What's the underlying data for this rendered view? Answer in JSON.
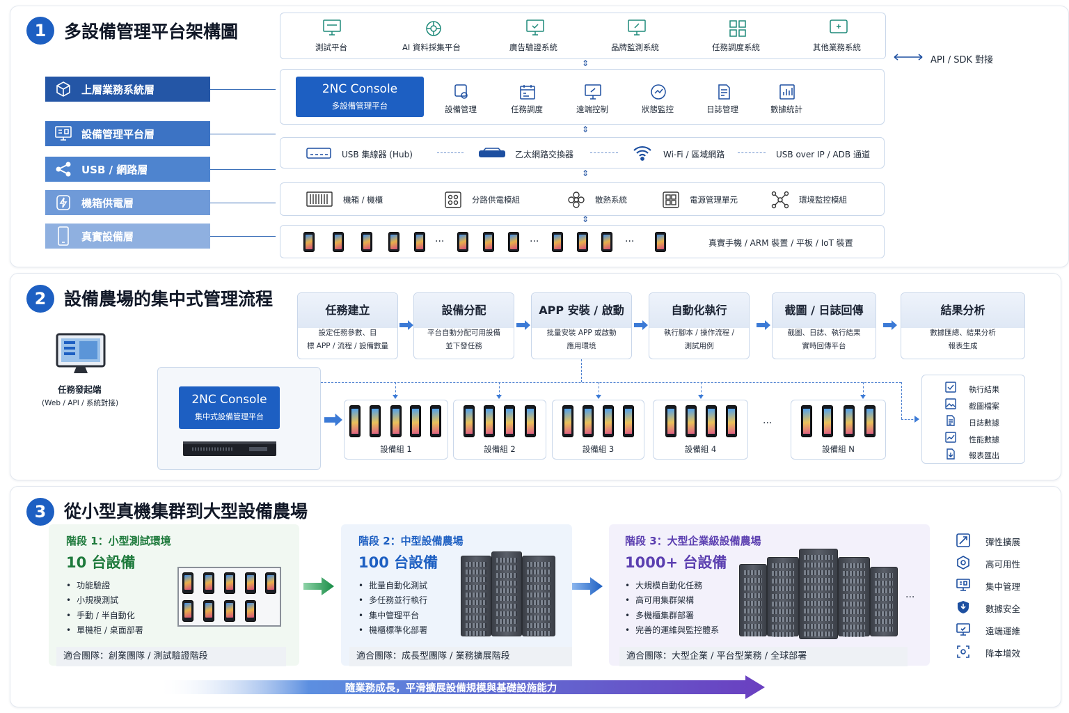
{
  "section1": {
    "number": "1",
    "title": "多設備管理平台架構圖",
    "layers": [
      {
        "label": "上層業務系統層",
        "color": "#2456a6"
      },
      {
        "label": "設備管理平台層",
        "color": "#3c73c4"
      },
      {
        "label": "USB / 網路層",
        "color": "#4e84cf"
      },
      {
        "label": "機箱供電層",
        "color": "#6f9ad8"
      },
      {
        "label": "真實設備層",
        "color": "#8fb0e0"
      }
    ],
    "business_systems": [
      "測試平台",
      "AI 資料採集平台",
      "廣告驗證系統",
      "品牌監測系統",
      "任務調度系統",
      "其他業務系統"
    ],
    "api_label": "API / SDK 對接",
    "console": {
      "title": "2NC Console",
      "subtitle": "多設備管理平台"
    },
    "platform_modules": [
      "設備管理",
      "任務調度",
      "遠端控制",
      "狀態監控",
      "日誌管理",
      "數據統計"
    ],
    "network": [
      "USB 集線器 (Hub)",
      "乙太網路交換器",
      "Wi-Fi / 區域網路",
      "USB over IP / ADB 通道"
    ],
    "chassis": [
      "機箱 / 機櫃",
      "分路供電模組",
      "散熱系統",
      "電源管理單元",
      "環境監控模組"
    ],
    "devices_label": "真實手機 / ARM 裝置 / 平板 / IoT 裝置",
    "ellipsis": "···"
  },
  "section2": {
    "number": "2",
    "title": "設備農場的集中式管理流程",
    "initiator": {
      "label": "任務發起端",
      "sub": "(Web / API / 系統對接)"
    },
    "steps": [
      {
        "title": "任務建立",
        "desc1": "設定任務參數、目",
        "desc2": "標 APP / 流程 / 設備數量"
      },
      {
        "title": "設備分配",
        "desc1": "平台自動分配可用設備",
        "desc2": "並下發任務"
      },
      {
        "title": "APP 安裝 / 啟動",
        "desc1": "批量安裝 APP 或啟動",
        "desc2": "應用環境"
      },
      {
        "title": "自動化執行",
        "desc1": "執行腳本 / 操作流程 /",
        "desc2": "測試用例"
      },
      {
        "title": "截圖 / 日誌回傳",
        "desc1": "截圖、日誌、執行結果",
        "desc2": "實時回傳平台"
      },
      {
        "title": "結果分析",
        "desc1": "數據匯總、結果分析",
        "desc2": "報表生成"
      }
    ],
    "console": {
      "title": "2NC Console",
      "subtitle": "集中式設備管理平台"
    },
    "groups": [
      "設備組 1",
      "設備組 2",
      "設備組 3",
      "設備組 4",
      "設備組 N"
    ],
    "ellipsis": "···",
    "results": [
      "執行結果",
      "截圖檔案",
      "日誌數據",
      "性能數據",
      "報表匯出"
    ]
  },
  "section3": {
    "number": "3",
    "title": "從小型真機集群到大型設備農場",
    "stages": [
      {
        "title": "階段 1：小型測試環境",
        "count": "10 台設備",
        "bullets": [
          "功能驗證",
          "小規模測試",
          "手動 / 半自動化",
          "單機柜 / 桌面部署"
        ],
        "fit": "適合團隊：創業團隊 / 測試驗證階段",
        "color": "#1e7a3c",
        "bg": "#f1f8f2"
      },
      {
        "title": "階段 2：中型設備農場",
        "count": "100 台設備",
        "bullets": [
          "批量自動化測試",
          "多任務並行執行",
          "集中管理平台",
          "機櫃標準化部署"
        ],
        "fit": "適合團隊：成長型團隊 / 業務擴展階段",
        "color": "#1d5fc2",
        "bg": "#eef4fc"
      },
      {
        "title": "階段 3：大型企業級設備農場",
        "count": "1000+ 台設備",
        "bullets": [
          "大規模自動化任務",
          "高可用集群架構",
          "多機櫃集群部署",
          "完善的運維與監控體系"
        ],
        "fit": "適合團隊：大型企業 / 平台型業務 / 全球部署",
        "color": "#5b3fb0",
        "bg": "#f3f1fb"
      }
    ],
    "ellipsis": "···",
    "features": [
      "彈性擴展",
      "高可用性",
      "集中管理",
      "數據安全",
      "遠端運維",
      "降本增效"
    ],
    "banner": "隨業務成長，平滑擴展設備規模與基礎設施能力"
  }
}
